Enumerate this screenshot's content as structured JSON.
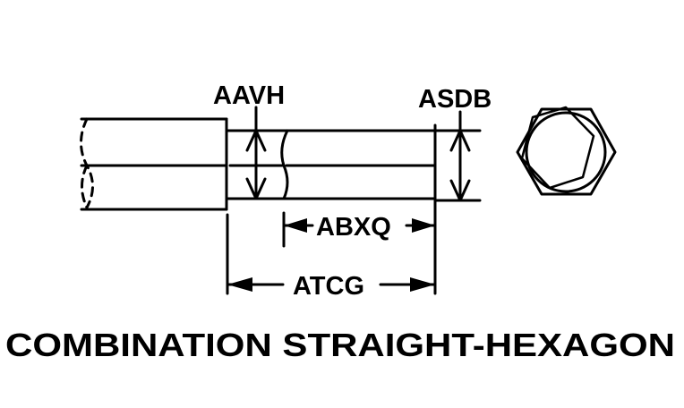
{
  "diagram": {
    "title": "COMBINATION STRAIGHT-HEXAGON",
    "labels": {
      "aavh": "AAVH",
      "asdb": "ASDB",
      "abxq": "ABXQ",
      "atcg": "ATCG"
    }
  }
}
